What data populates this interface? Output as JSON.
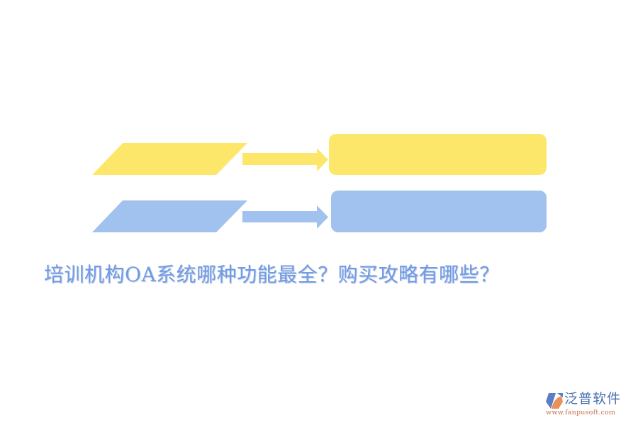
{
  "title": "培训机构OA系统哪种功能最全？购买攻略有哪些？",
  "diagram": {
    "rows": [
      {
        "name": "row-1",
        "color": "#fde76b",
        "label": ""
      },
      {
        "name": "row-2",
        "color": "#a1c1ee",
        "label": ""
      }
    ]
  },
  "logo": {
    "name": "泛普软件",
    "url": "www.fanpusoft.com",
    "icon": "fanpu-logo-icon",
    "colors": {
      "blue": "#5b7fc4",
      "orange": "#e8915a"
    }
  }
}
